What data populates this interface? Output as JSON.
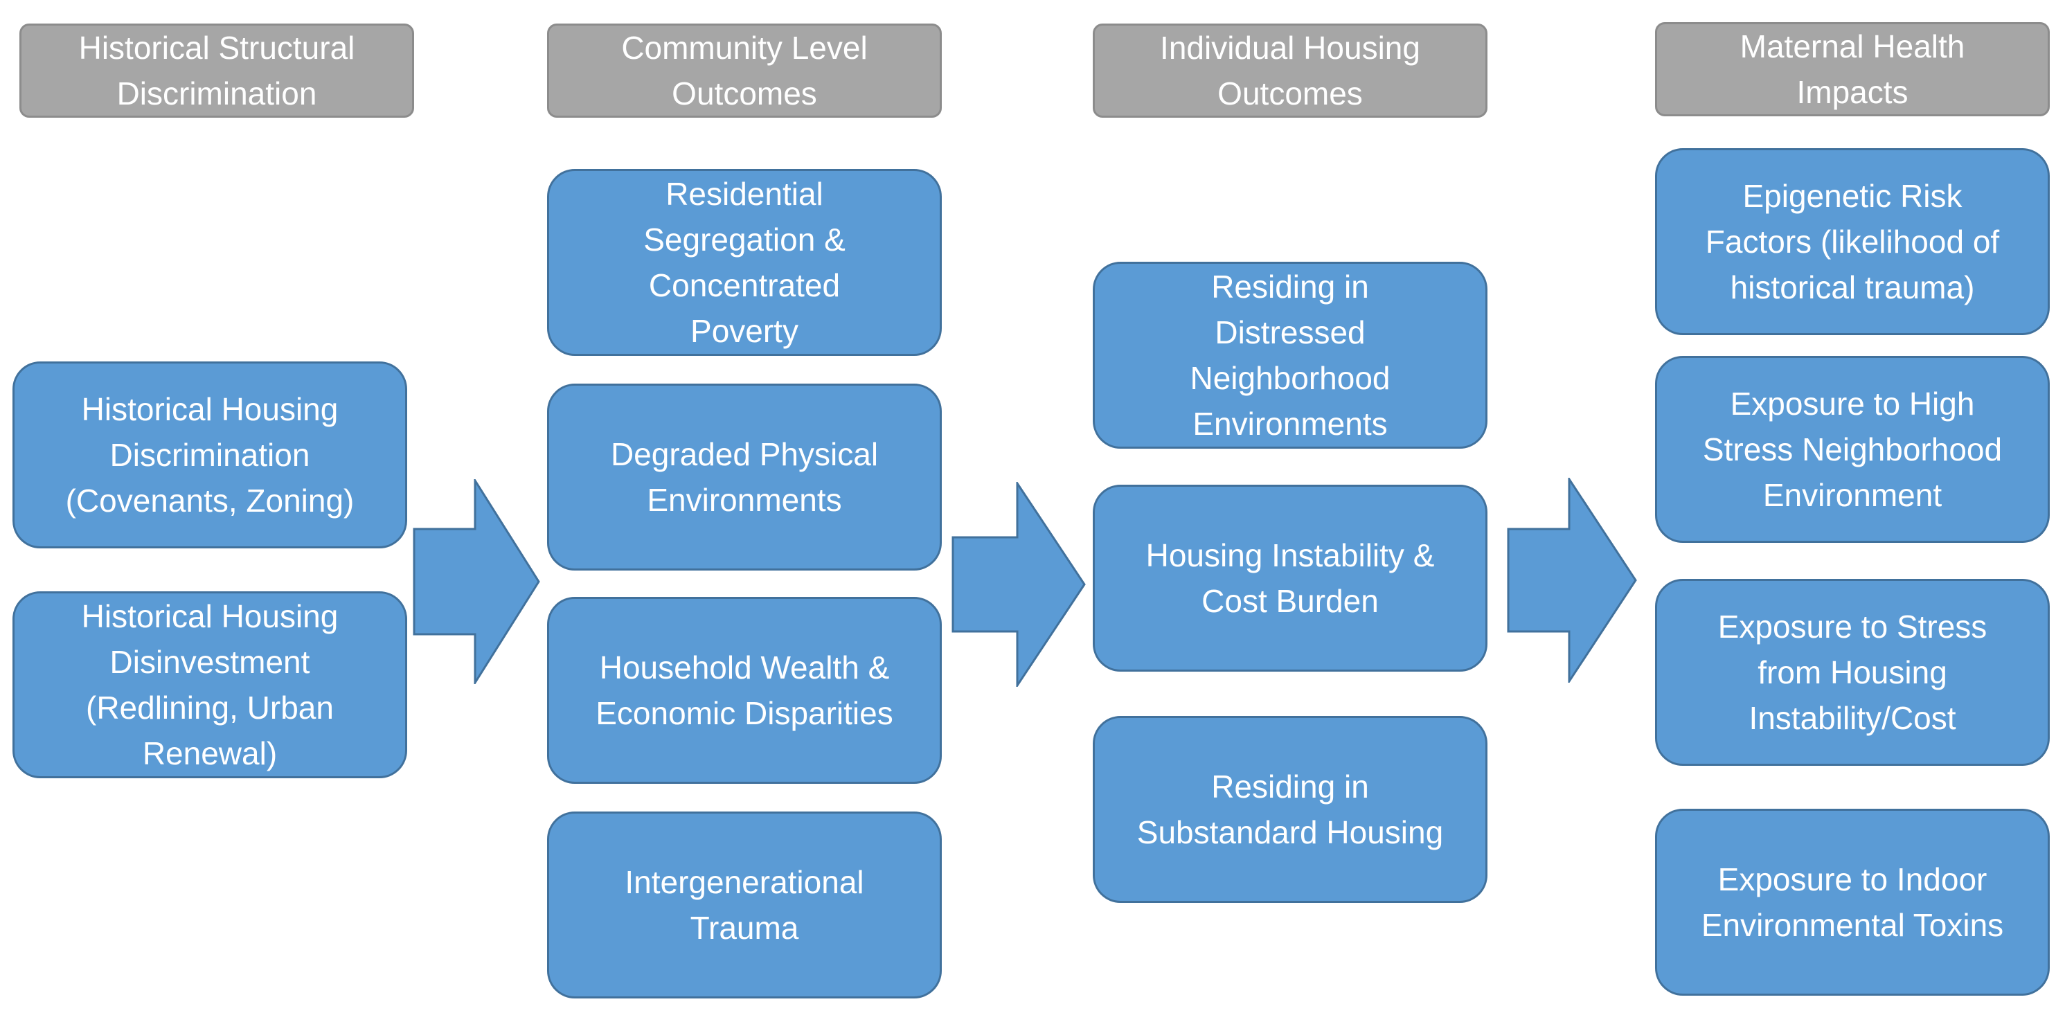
{
  "headers": [
    "Historical Structural\nDiscrimination",
    "Community Level\nOutcomes",
    "Individual Housing\nOutcomes",
    "Maternal Health\nImpacts"
  ],
  "columns": {
    "historical": [
      "Historical Housing\nDiscrimination\n(Covenants, Zoning)",
      "Historical Housing\nDisinvestment\n(Redlining, Urban\nRenewal)"
    ],
    "community": [
      "Residential\nSegregation &\nConcentrated\nPoverty",
      "Degraded Physical\nEnvironments",
      "Household Wealth &\nEconomic Disparities",
      "Intergenerational\nTrauma"
    ],
    "individual": [
      "Residing in\nDistressed\nNeighborhood\nEnvironments",
      "Housing Instability &\nCost Burden",
      "Residing in\nSubstandard Housing"
    ],
    "maternal": [
      "Epigenetic Risk\nFactors (likelihood of\nhistorical trauma)",
      "Exposure to High\nStress Neighborhood\nEnvironment",
      "Exposure to Stress\nfrom Housing\nInstability/Cost",
      "Exposure to Indoor\nEnvironmental Toxins"
    ]
  },
  "colors": {
    "header_fill": "#a6a6a6",
    "box_fill": "#5b9bd5",
    "box_border": "#41719c",
    "arrow_fill": "#5b9bd5"
  }
}
